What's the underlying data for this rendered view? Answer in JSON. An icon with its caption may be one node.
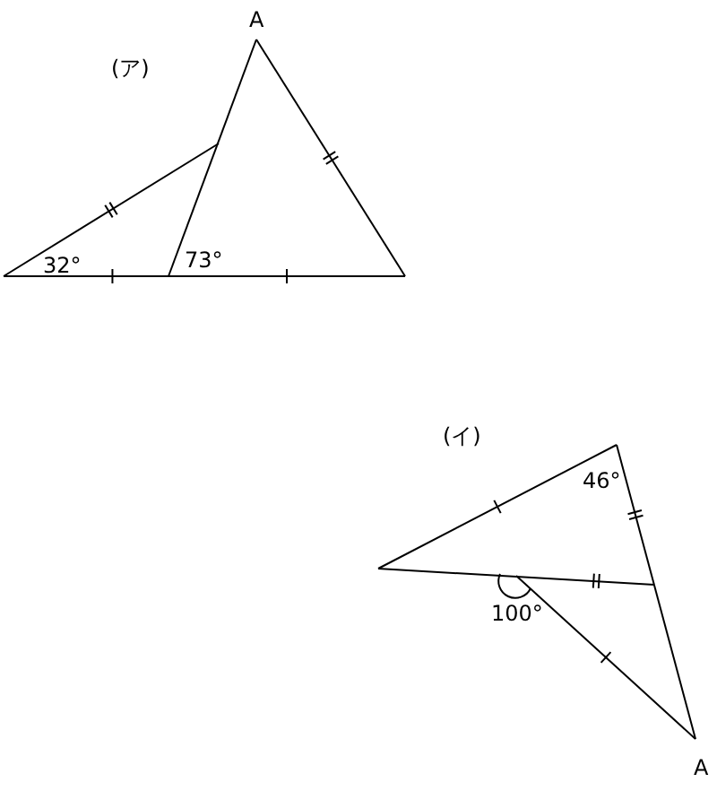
{
  "diagram": {
    "labels": [
      "A",
      "(ア)",
      "32°",
      "73°",
      "(イ)",
      "46°",
      "100°",
      "A"
    ]
  }
}
